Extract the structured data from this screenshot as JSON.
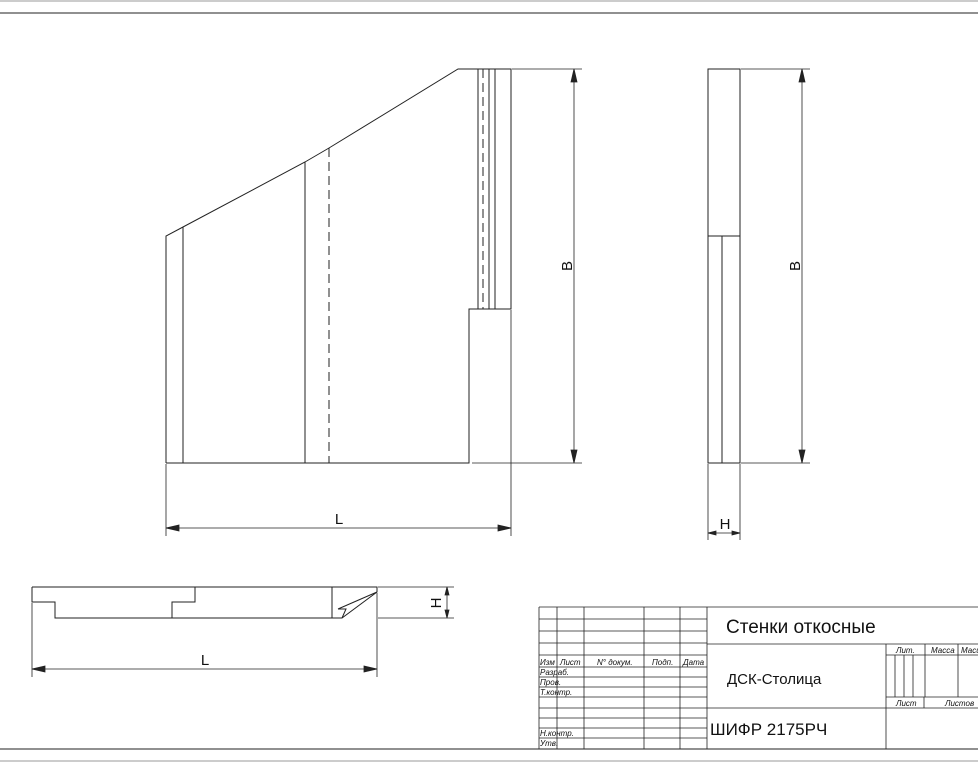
{
  "drawing": {
    "dimensions": {
      "front_height": "B",
      "front_length": "L",
      "side_height": "B",
      "side_thickness": "H",
      "plan_length": "L",
      "plan_thickness": "H"
    }
  },
  "title_block": {
    "part_name": "Стенки откосные",
    "organization": "ДСК-Столица",
    "code": "ШИФР 2175РЧ",
    "header_labels": [
      "Изм",
      "Лист",
      "N° докум.",
      "Подп.",
      "Дата"
    ],
    "row_labels": [
      "Разраб.",
      "Пров.",
      "Т.контр.",
      "",
      "Н.контр.",
      "Утв."
    ],
    "col_labels": {
      "lit": "Лит.",
      "mass": "Масса",
      "scale": "Масштаб",
      "sheet": "Лист",
      "sheets": "Листов"
    }
  }
}
